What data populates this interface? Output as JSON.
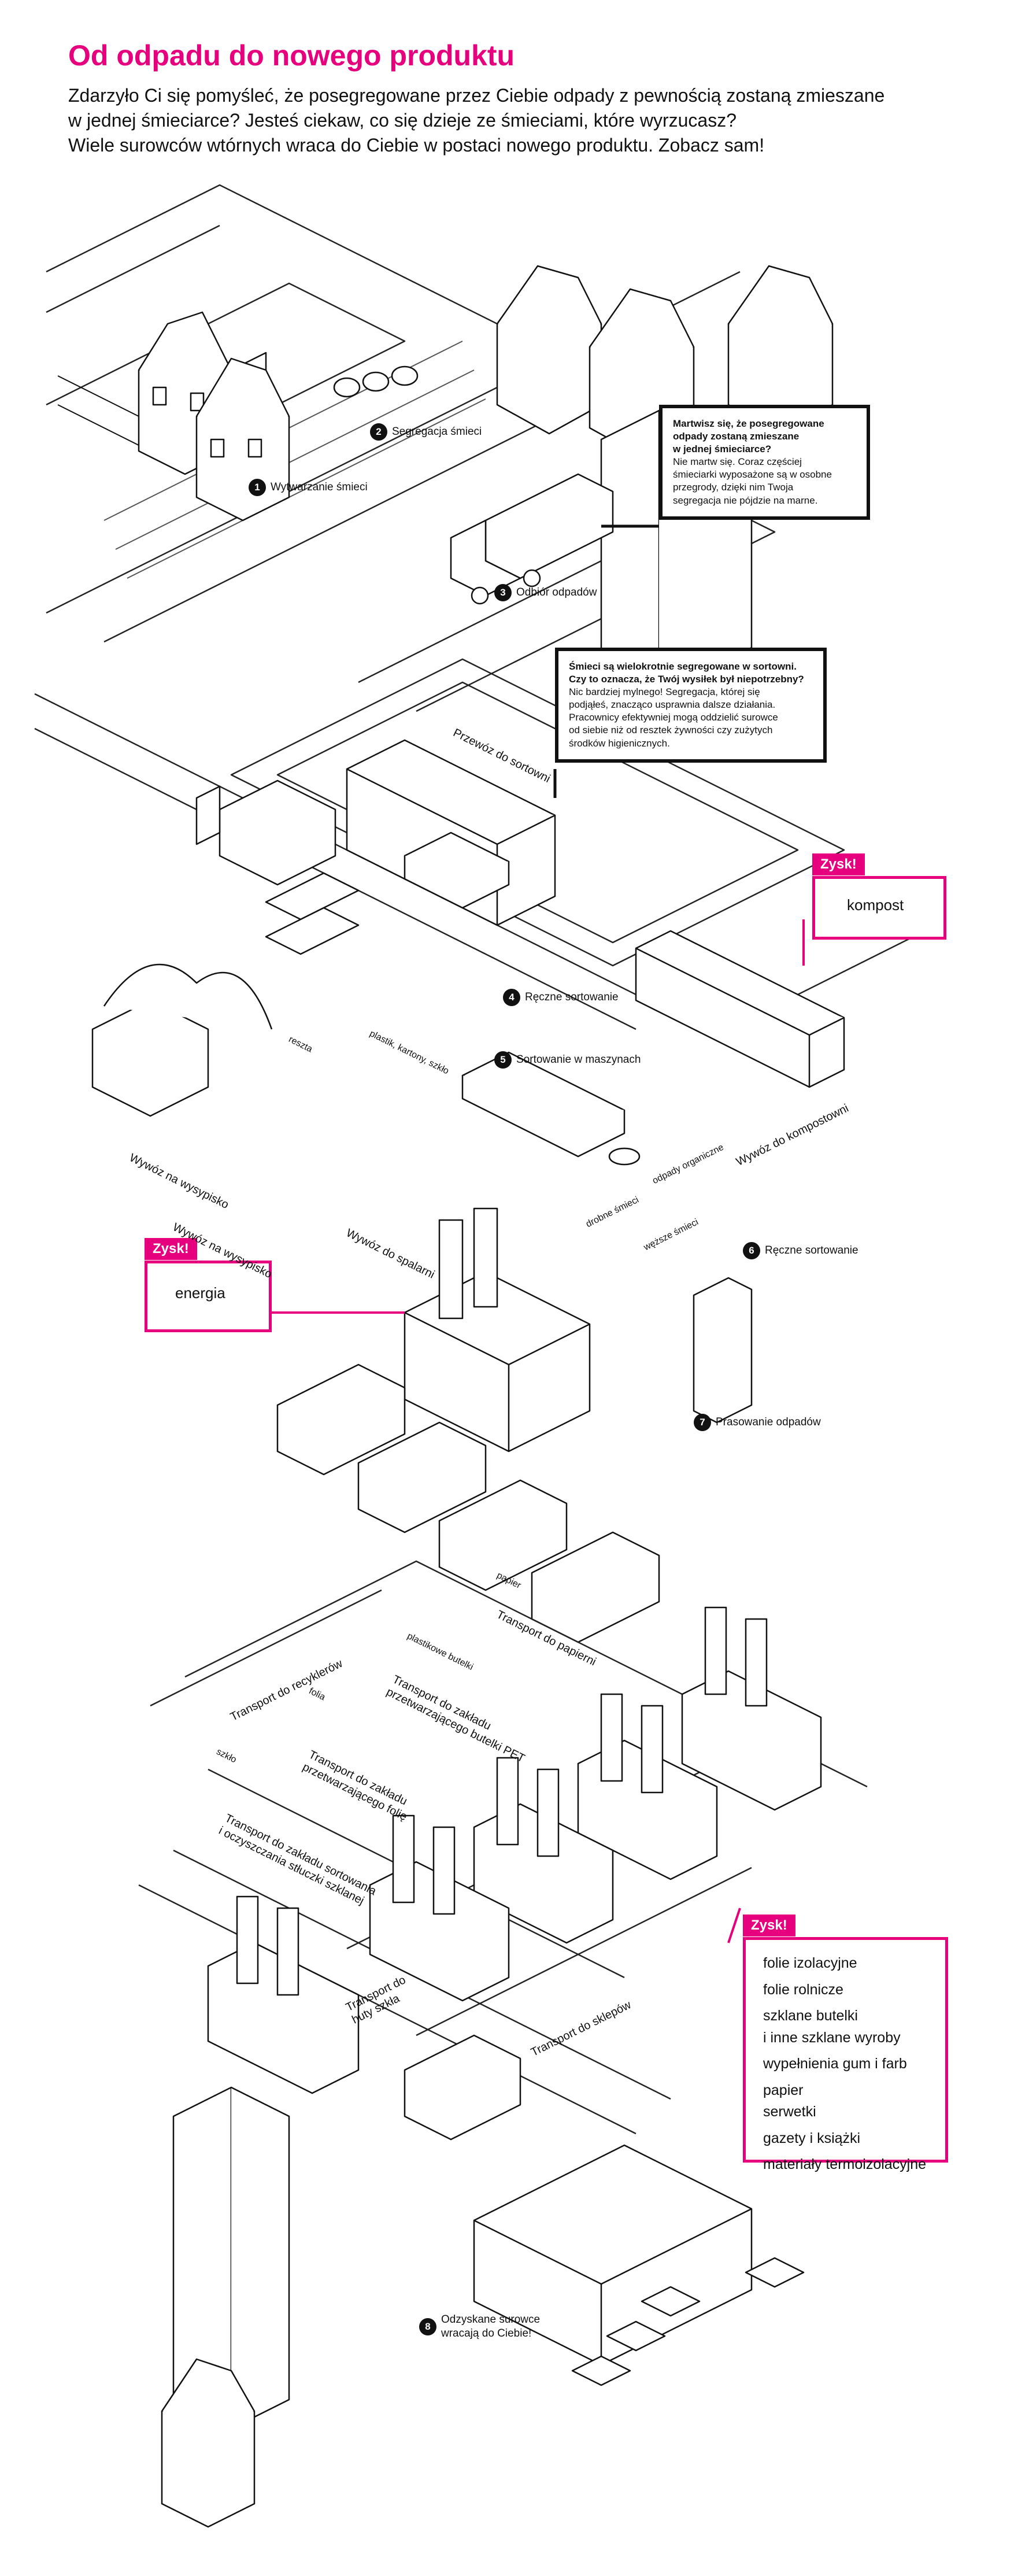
{
  "header": {
    "title": "Od odpadu do nowego produktu",
    "intro_line1": "Zdarzyło Ci się pomyśleć, że posegregowane przez Ciebie odpady z pewnością zostaną zmieszane",
    "intro_line2": "w jednej śmieciarce? Jesteś ciekaw, co się dzieje ze śmieciami, które wyrzucasz?",
    "intro_line3": "Wiele surowców wtórnych wraca do Ciebie w postaci nowego produktu. Zobacz sam!"
  },
  "steps": [
    {
      "n": "1",
      "label": "Wytwarzanie śmieci"
    },
    {
      "n": "2",
      "label": "Segregacja śmieci"
    },
    {
      "n": "3",
      "label": "Odbiór odpadów"
    },
    {
      "n": "4",
      "label": "Ręczne sortowanie"
    },
    {
      "n": "5",
      "label": "Sortowanie w maszynach"
    },
    {
      "n": "6",
      "label": "Ręczne sortowanie"
    },
    {
      "n": "7",
      "label": "Prasowanie odpadów"
    },
    {
      "n": "8",
      "label_line1": "Odzyskane surowce",
      "label_line2": "wracają do Ciebie!"
    }
  ],
  "callouts": {
    "truck": {
      "bold1": "Martwisz się, że posegregowane",
      "bold2": "odpady zostaną zmieszane",
      "bold3": "w jednej śmieciarce?",
      "line1": "Nie martw się. Coraz częściej",
      "line2": "śmieciarki wyposażone są w osobne",
      "line3": "przegrody, dzięki nim Twoja",
      "line4": "segregacja nie pójdzie na marne."
    },
    "sorting": {
      "bold1": "Śmieci są wielokrotnie segregowane w sortowni.",
      "bold2": "Czy to oznacza, że Twój wysiłek był niepotrzebny?",
      "line1": "Nic bardziej mylnego! Segregacja, której się",
      "line2": "podjąłeś, znacząco usprawnia dalsze działania.",
      "line3": "Pracownicy efektywniej mogą oddzielić surowce",
      "line4": "od siebie niż od resztek żywności czy zużytych",
      "line5": "środków higienicznych."
    }
  },
  "gains": {
    "tag": "Zysk!",
    "compost": "kompost",
    "energy": "energia",
    "products": [
      "folie izolacyjne",
      "folie rolnicze",
      "szklane butelki",
      "i inne szklane wyroby",
      "wypełnienia gum i farb",
      "papier",
      "serwetki",
      "gazety i książki",
      "materiały termoizolacyjne"
    ]
  },
  "roads": {
    "to_sorting": "Przewóz do sortowni",
    "to_landfill_1": "Wywóz na wysypisko",
    "to_landfill_2": "Wywóz na wysypisko",
    "to_incinerator": "Wywóz do spalarni",
    "to_composting": "Wywóz do kompostowni",
    "to_paper_mill": "Transport do papierni",
    "to_recyclers": "Transport do recyklerów",
    "to_pet_plant_1": "Transport do zakładu",
    "to_pet_plant_2": "przetwarzającego butelki PET",
    "to_foil_plant_1": "Transport do zakładu",
    "to_foil_plant_2": "przetwarzającego folię",
    "to_glass_plant_1": "Transport do zakładu sortowania",
    "to_glass_plant_2": "i oczyszczania stłuczki szklanej",
    "to_glassworks_1": "Transport do",
    "to_glassworks_2": "huty szkła",
    "to_shops": "Transport do sklepów"
  },
  "small_tags": {
    "rest": "reszta",
    "plastic": "plastik, kartony, szkło",
    "organic": "odpady organiczne",
    "dry": "drobne śmieci",
    "tie": "węższe śmieci",
    "paper": "papier",
    "pet": "plastikowe butelki",
    "foil": "folia",
    "glass": "szkło"
  }
}
